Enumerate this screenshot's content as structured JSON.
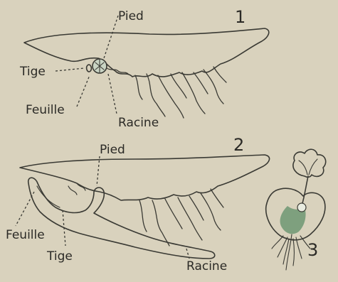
{
  "figures": {
    "fig1": {
      "number": "1",
      "labels": {
        "pied": "Pied",
        "tige": "Tige",
        "feuille": "Feuille",
        "racine": "Racine"
      },
      "colors": {
        "fill": "#b9cdbc"
      }
    },
    "fig2": {
      "number": "2",
      "labels": {
        "pied": "Pied",
        "feuille": "Feuille",
        "tige": "Tige",
        "racine": "Racine"
      },
      "colors": {
        "fill": "#d7d48c",
        "embryo_fill": "#b9c5bd"
      }
    },
    "fig3": {
      "number": "3",
      "colors": {
        "leaf": "#a9c8a6",
        "prothallus": "#b6c77f",
        "shade": "#5f8f6a"
      }
    }
  },
  "colors": {
    "background": "#d9d2bd",
    "ink": "#3a3a34"
  }
}
